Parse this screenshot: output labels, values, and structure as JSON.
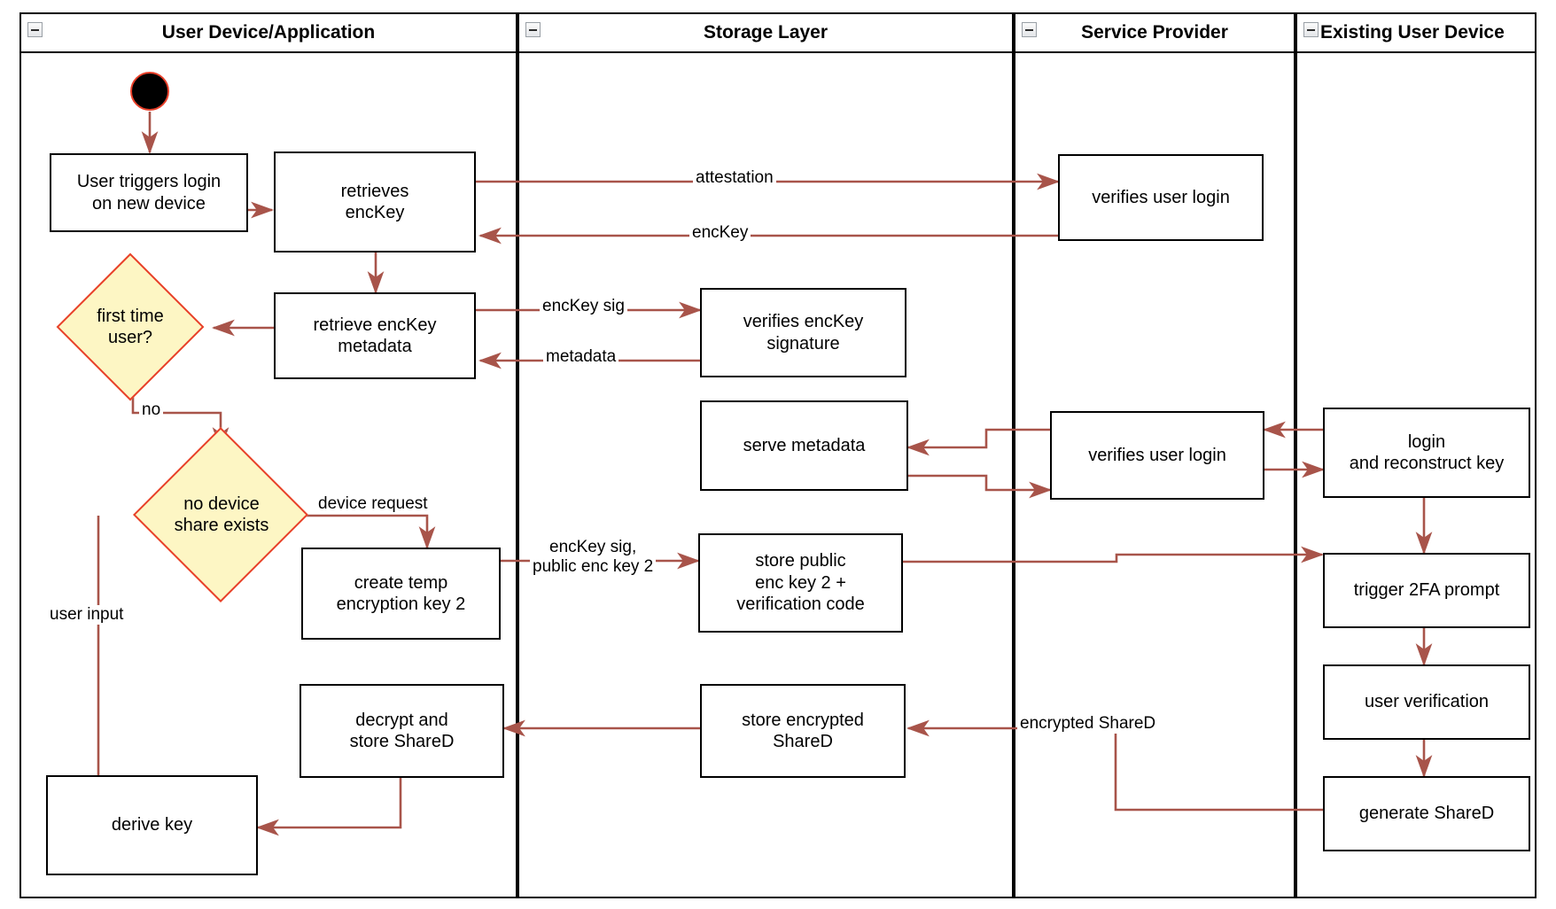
{
  "diagram": {
    "title": "User login on new device - key reconstruction activity diagram",
    "type": "uml-activity-swimlane",
    "colors": {
      "node_border": "#000000",
      "node_fill": "#ffffff",
      "decision_fill": "#fdf6c4",
      "decision_border": "#e8402a",
      "edge": "#a8544a",
      "start_fill": "#000000",
      "start_border": "#e8402a",
      "text": "#000000",
      "background": "#ffffff"
    }
  },
  "lanes": [
    {
      "id": "user-device",
      "label": "User Device/Application",
      "collapse_icon": "minus-icon"
    },
    {
      "id": "storage-layer",
      "label": "Storage Layer",
      "collapse_icon": "minus-icon"
    },
    {
      "id": "service-provider",
      "label": "Service Provider",
      "collapse_icon": "minus-icon"
    },
    {
      "id": "existing-user-device",
      "label": "Existing User Device",
      "collapse_icon": "minus-icon"
    }
  ],
  "nodes": [
    {
      "id": "start",
      "lane": "user-device",
      "shape": "initial",
      "label": ""
    },
    {
      "id": "user-triggers-login",
      "lane": "user-device",
      "shape": "action",
      "label": "User triggers login\non new device"
    },
    {
      "id": "retrieves-enckey",
      "lane": "user-device",
      "shape": "action",
      "label": "retrieves\nencKey"
    },
    {
      "id": "retrieve-enckey-metadata",
      "lane": "user-device",
      "shape": "action",
      "label": "retrieve encKey\nmetadata"
    },
    {
      "id": "first-time-user",
      "lane": "user-device",
      "shape": "decision",
      "label": "first time\nuser?"
    },
    {
      "id": "no-device-share-exists",
      "lane": "user-device",
      "shape": "decision",
      "label": "no device\nshare exists"
    },
    {
      "id": "create-temp-encryption-key-2",
      "lane": "user-device",
      "shape": "action",
      "label": "create temp\nencryption key 2"
    },
    {
      "id": "decrypt-and-store-shared",
      "lane": "user-device",
      "shape": "action",
      "label": "decrypt and\nstore ShareD"
    },
    {
      "id": "derive-key",
      "lane": "user-device",
      "shape": "action",
      "label": "derive key"
    },
    {
      "id": "verifies-enckey-signature",
      "lane": "storage-layer",
      "shape": "action",
      "label": "verifies encKey\nsignature"
    },
    {
      "id": "serve-metadata",
      "lane": "storage-layer",
      "shape": "action",
      "label": "serve metadata"
    },
    {
      "id": "store-public-enc-key-2",
      "lane": "storage-layer",
      "shape": "action",
      "label": "store public\nenc key 2 +\nverification code"
    },
    {
      "id": "store-encrypted-shared",
      "lane": "storage-layer",
      "shape": "action",
      "label": "store encrypted\nShareD"
    },
    {
      "id": "verifies-user-login-1",
      "lane": "service-provider",
      "shape": "action",
      "label": "verifies user login"
    },
    {
      "id": "verifies-user-login-2",
      "lane": "service-provider",
      "shape": "action",
      "label": "verifies user login"
    },
    {
      "id": "login-and-reconstruct-key",
      "lane": "existing-user-device",
      "shape": "action",
      "label": "login\nand reconstruct key"
    },
    {
      "id": "trigger-2fa-prompt",
      "lane": "existing-user-device",
      "shape": "action",
      "label": "trigger 2FA prompt"
    },
    {
      "id": "user-verification",
      "lane": "existing-user-device",
      "shape": "action",
      "label": "user verification"
    },
    {
      "id": "generate-shared",
      "lane": "existing-user-device",
      "shape": "action",
      "label": "generate ShareD"
    }
  ],
  "edges": [
    {
      "id": "e-start-login",
      "from": "start",
      "to": "user-triggers-login",
      "label": ""
    },
    {
      "id": "e-login-retrieves",
      "from": "user-triggers-login",
      "to": "retrieves-enckey",
      "label": ""
    },
    {
      "id": "e-retrieves-attestation",
      "from": "retrieves-enckey",
      "to": "verifies-user-login-1",
      "label": "attestation"
    },
    {
      "id": "e-verifies-enckey-back",
      "from": "verifies-user-login-1",
      "to": "retrieves-enckey",
      "label": "encKey"
    },
    {
      "id": "e-retrieves-metadata",
      "from": "retrieves-enckey",
      "to": "retrieve-enckey-metadata",
      "label": ""
    },
    {
      "id": "e-metadata-sig",
      "from": "retrieve-enckey-metadata",
      "to": "verifies-enckey-signature",
      "label": "encKey sig"
    },
    {
      "id": "e-sig-metadata-back",
      "from": "verifies-enckey-signature",
      "to": "retrieve-enckey-metadata",
      "label": "metadata"
    },
    {
      "id": "e-metadata-firsttime",
      "from": "retrieve-enckey-metadata",
      "to": "first-time-user",
      "label": ""
    },
    {
      "id": "e-firsttime-no",
      "from": "first-time-user",
      "to": "no-device-share-exists",
      "label": "no"
    },
    {
      "id": "e-noshare-device-request",
      "from": "no-device-share-exists",
      "to": "create-temp-encryption-key-2",
      "label": "device request"
    },
    {
      "id": "e-noshare-user-input",
      "from": "no-device-share-exists",
      "to": "derive-key",
      "label": "user input"
    },
    {
      "id": "e-temp-store-public",
      "from": "create-temp-encryption-key-2",
      "to": "store-public-enc-key-2",
      "label": "encKey sig,\npublic enc key 2"
    },
    {
      "id": "e-store-public-2fa",
      "from": "store-public-enc-key-2",
      "to": "trigger-2fa-prompt",
      "label": ""
    },
    {
      "id": "e-existing-verifies",
      "from": "login-and-reconstruct-key",
      "to": "verifies-user-login-2",
      "label": ""
    },
    {
      "id": "e-verifies-existing",
      "from": "verifies-user-login-2",
      "to": "login-and-reconstruct-key",
      "label": ""
    },
    {
      "id": "e-verifies-serve-metadata",
      "from": "verifies-user-login-2",
      "to": "serve-metadata",
      "label": ""
    },
    {
      "id": "e-serve-metadata-verifies",
      "from": "serve-metadata",
      "to": "verifies-user-login-2",
      "label": ""
    },
    {
      "id": "e-login-2fa",
      "from": "login-and-reconstruct-key",
      "to": "trigger-2fa-prompt",
      "label": ""
    },
    {
      "id": "e-2fa-userverif",
      "from": "trigger-2fa-prompt",
      "to": "user-verification",
      "label": ""
    },
    {
      "id": "e-userverif-generate",
      "from": "user-verification",
      "to": "generate-shared",
      "label": ""
    },
    {
      "id": "e-generate-store-encrypted",
      "from": "generate-shared",
      "to": "store-encrypted-shared",
      "label": "encrypted ShareD"
    },
    {
      "id": "e-store-encrypted-decrypt",
      "from": "store-encrypted-shared",
      "to": "decrypt-and-store-shared",
      "label": ""
    },
    {
      "id": "e-decrypt-derive",
      "from": "decrypt-and-store-shared",
      "to": "derive-key",
      "label": ""
    }
  ],
  "edge_labels": {
    "attestation": "attestation",
    "enckey": "encKey",
    "enckey_sig": "encKey sig",
    "metadata": "metadata",
    "no": "no",
    "device_request": "device request",
    "user_input": "user input",
    "enckey_sig_pubkey2": "encKey sig,\npublic enc key 2",
    "encrypted_shared": "encrypted ShareD"
  }
}
